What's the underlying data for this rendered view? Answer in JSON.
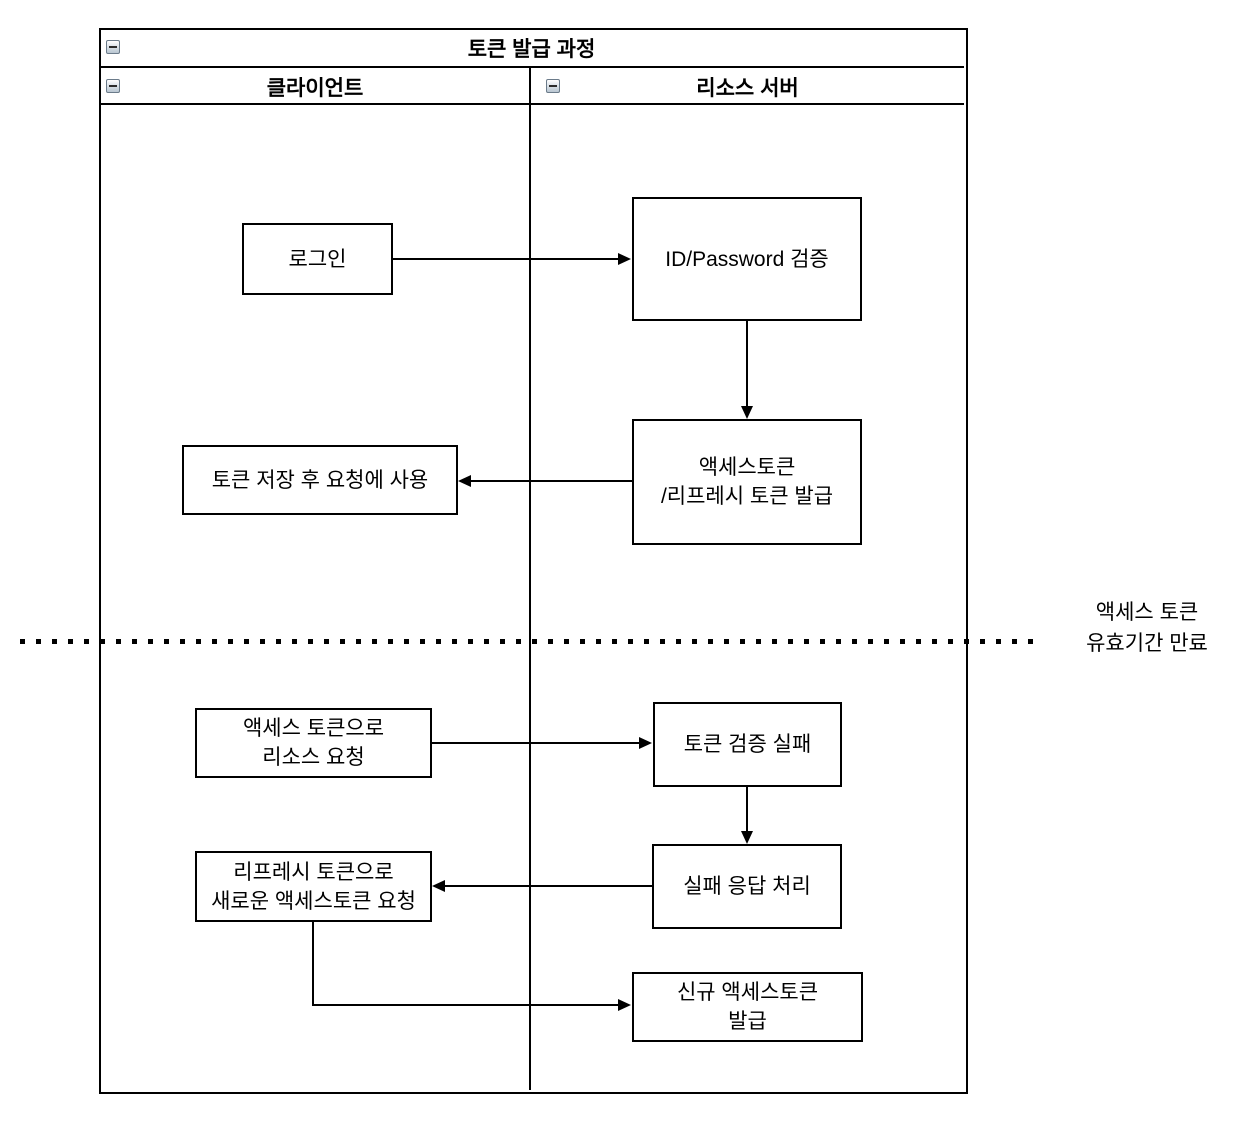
{
  "diagram": {
    "title": "토큰 발급 과정",
    "lanes": [
      {
        "label": "클라이언트"
      },
      {
        "label": "리소스 서버"
      }
    ],
    "nodes": {
      "login": {
        "label": "로그인"
      },
      "verify": {
        "label": "ID/Password 검증"
      },
      "issue": {
        "label": "액세스토큰\n/리프레시 토큰 발급"
      },
      "store": {
        "label": "토큰 저장 후 요청에 사용"
      },
      "request": {
        "label": "액세스 토큰으로\n리소스 요청"
      },
      "fail": {
        "label": "토큰 검증 실패"
      },
      "refresh": {
        "label": "리프레시 토큰으로\n새로운 액세스토큰 요청"
      },
      "failResponse": {
        "label": "실패 응답 처리"
      },
      "newToken": {
        "label": "신규 액세스토큰\n발급"
      }
    },
    "annotation": {
      "label": "액세스 토큰\n유효기간 만료"
    },
    "colors": {
      "stroke": "#000000",
      "fill": "#ffffff"
    }
  }
}
